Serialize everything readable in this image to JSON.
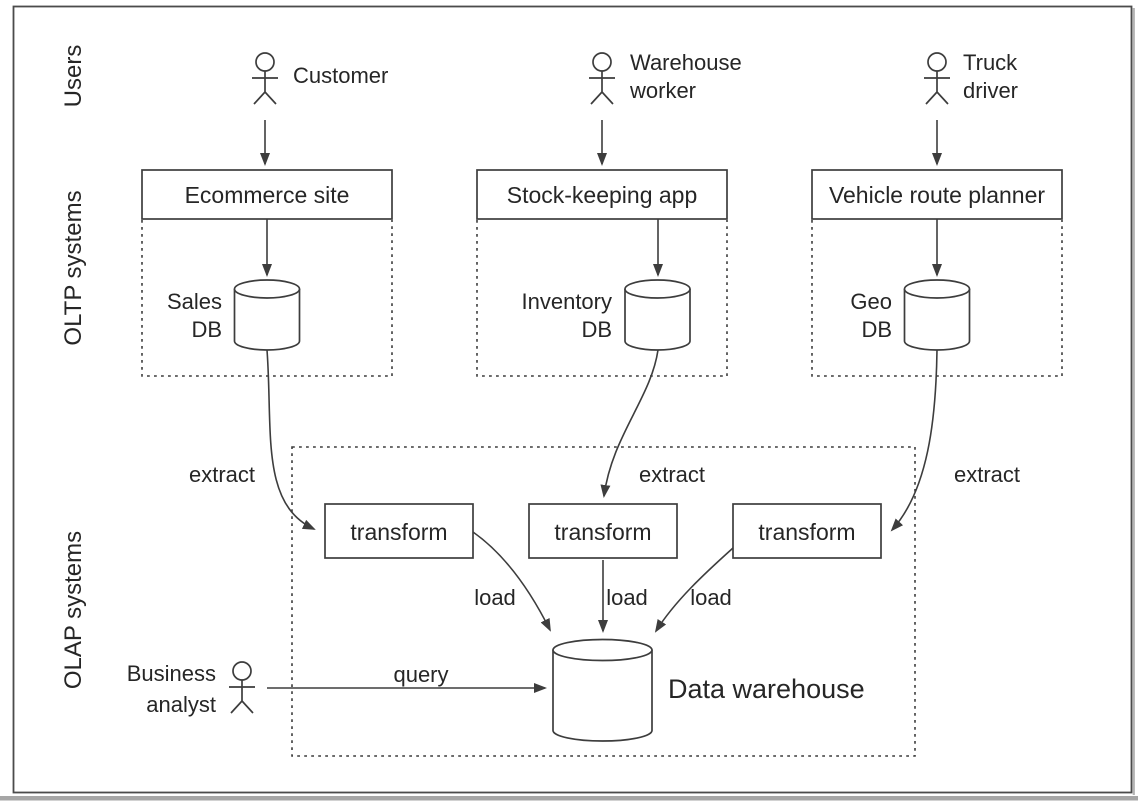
{
  "figure": {
    "row_labels": {
      "users": "Users",
      "oltp": "OLTP systems",
      "olap": "OLAP systems"
    },
    "actors": {
      "customer": {
        "line1": "Customer"
      },
      "warehouse_worker": {
        "line1": "Warehouse",
        "line2": "worker"
      },
      "truck_driver": {
        "line1": "Truck",
        "line2": "driver"
      },
      "business_analyst": {
        "line1": "Business",
        "line2": "analyst"
      }
    },
    "apps": {
      "ecommerce": "Ecommerce site",
      "stock_keeping": "Stock-keeping app",
      "vehicle_route": "Vehicle route planner"
    },
    "databases": {
      "sales": {
        "line1": "Sales",
        "line2": "DB"
      },
      "inventory": {
        "line1": "Inventory",
        "line2": "DB"
      },
      "geo": {
        "line1": "Geo",
        "line2": "DB"
      }
    },
    "transforms": {
      "t1": "transform",
      "t2": "transform",
      "t3": "transform"
    },
    "warehouse_label": "Data warehouse",
    "edge_labels": {
      "extract1": "extract",
      "extract2": "extract",
      "extract3": "extract",
      "load1": "load",
      "load2": "load",
      "load3": "load",
      "query": "query"
    },
    "colors": {
      "line": "#3d3d3d",
      "text": "#262626",
      "page_edge": "#a6a6a6"
    }
  }
}
